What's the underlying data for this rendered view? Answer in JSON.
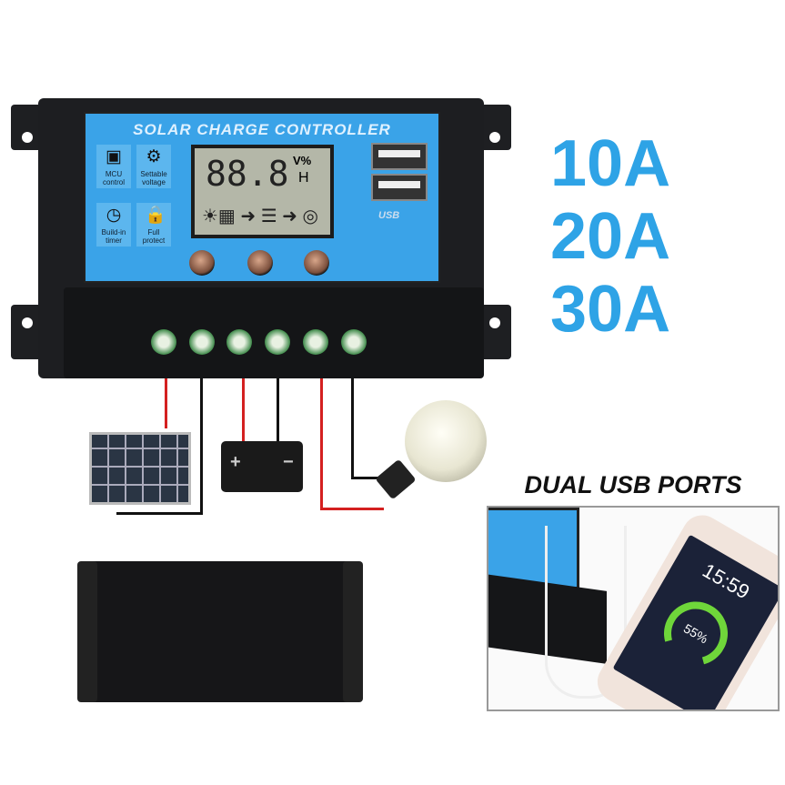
{
  "controller": {
    "title": "SOLAR CHARGE CONTROLLER",
    "features": [
      {
        "icon": "chip-icon",
        "glyph": "▣",
        "label": "MCU control"
      },
      {
        "icon": "gear-icon",
        "glyph": "⚙",
        "label": "Settable voltage"
      },
      {
        "icon": "clock-icon",
        "glyph": "◷",
        "label": "Build-in timer"
      },
      {
        "icon": "lock-icon",
        "glyph": "🔒",
        "label": "Full protect"
      }
    ],
    "lcd": {
      "digits": "88.8",
      "unit": "V%",
      "unit2": "H",
      "flow": "☀▦ ➜ ☰ ➜ ◎"
    },
    "usb_label": "USB"
  },
  "ratings": [
    "10A",
    "20A",
    "30A"
  ],
  "battery": {
    "plus": "+",
    "minus": "−"
  },
  "inset": {
    "title": "DUAL USB PORTS",
    "time": "15:59",
    "battery_percent": "55%"
  },
  "colors": {
    "panel": "#3aa3e8",
    "ratings": "#2ea3e6",
    "wire_red": "#d42020"
  }
}
